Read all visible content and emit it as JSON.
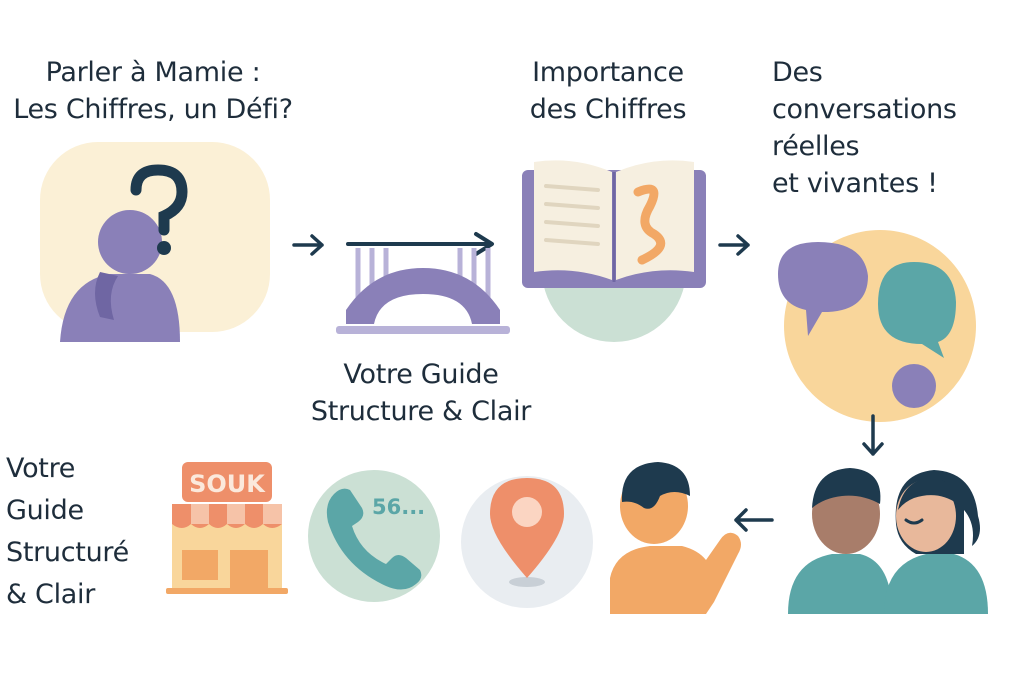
{
  "colors": {
    "navy": "#1e3a4e",
    "purple": "#8a80b8",
    "purple_dark": "#6f66a3",
    "teal": "#5ba6a7",
    "orange": "#f2a866",
    "coral": "#ee8f6a",
    "cream": "#fbf0d6",
    "peach": "#f9d69b",
    "sage": "#cbe0d4"
  },
  "steps": {
    "talk": {
      "title_line1": "Parler à Mamie :",
      "title_line2": "Les Chiffres, un Défi?",
      "icon": "confused-person-icon"
    },
    "bridge": {
      "caption_line1": "Votre Guide",
      "caption_line2": "Structure & Clair",
      "icon": "bridge-icon"
    },
    "book": {
      "title_line1": "Importance",
      "title_line2": "des Chiffres",
      "icon": "open-book-icon"
    },
    "conversations": {
      "title_line1": "Des",
      "title_line2": "conversations",
      "title_line3": "réelles",
      "title_line4": "et vivantes !",
      "icon": "speech-bubbles-icon"
    },
    "people": {
      "icon": "two-people-talking-icon"
    },
    "person": {
      "icon": "waving-person-icon"
    },
    "location": {
      "icon": "map-pin-icon"
    },
    "phone": {
      "number_text": "56...",
      "icon": "phone-icon"
    },
    "shop": {
      "sign_text": "SOUK",
      "icon": "shop-icon"
    },
    "guide": {
      "title_line1": "Votre",
      "title_line2": "Guide",
      "title_line3": "Structuré",
      "title_line4": "& Clair"
    }
  },
  "arrows": [
    "arrow-right-icon",
    "arrow-right-icon",
    "arrow-right-icon",
    "arrow-down-icon",
    "arrow-left-icon"
  ]
}
